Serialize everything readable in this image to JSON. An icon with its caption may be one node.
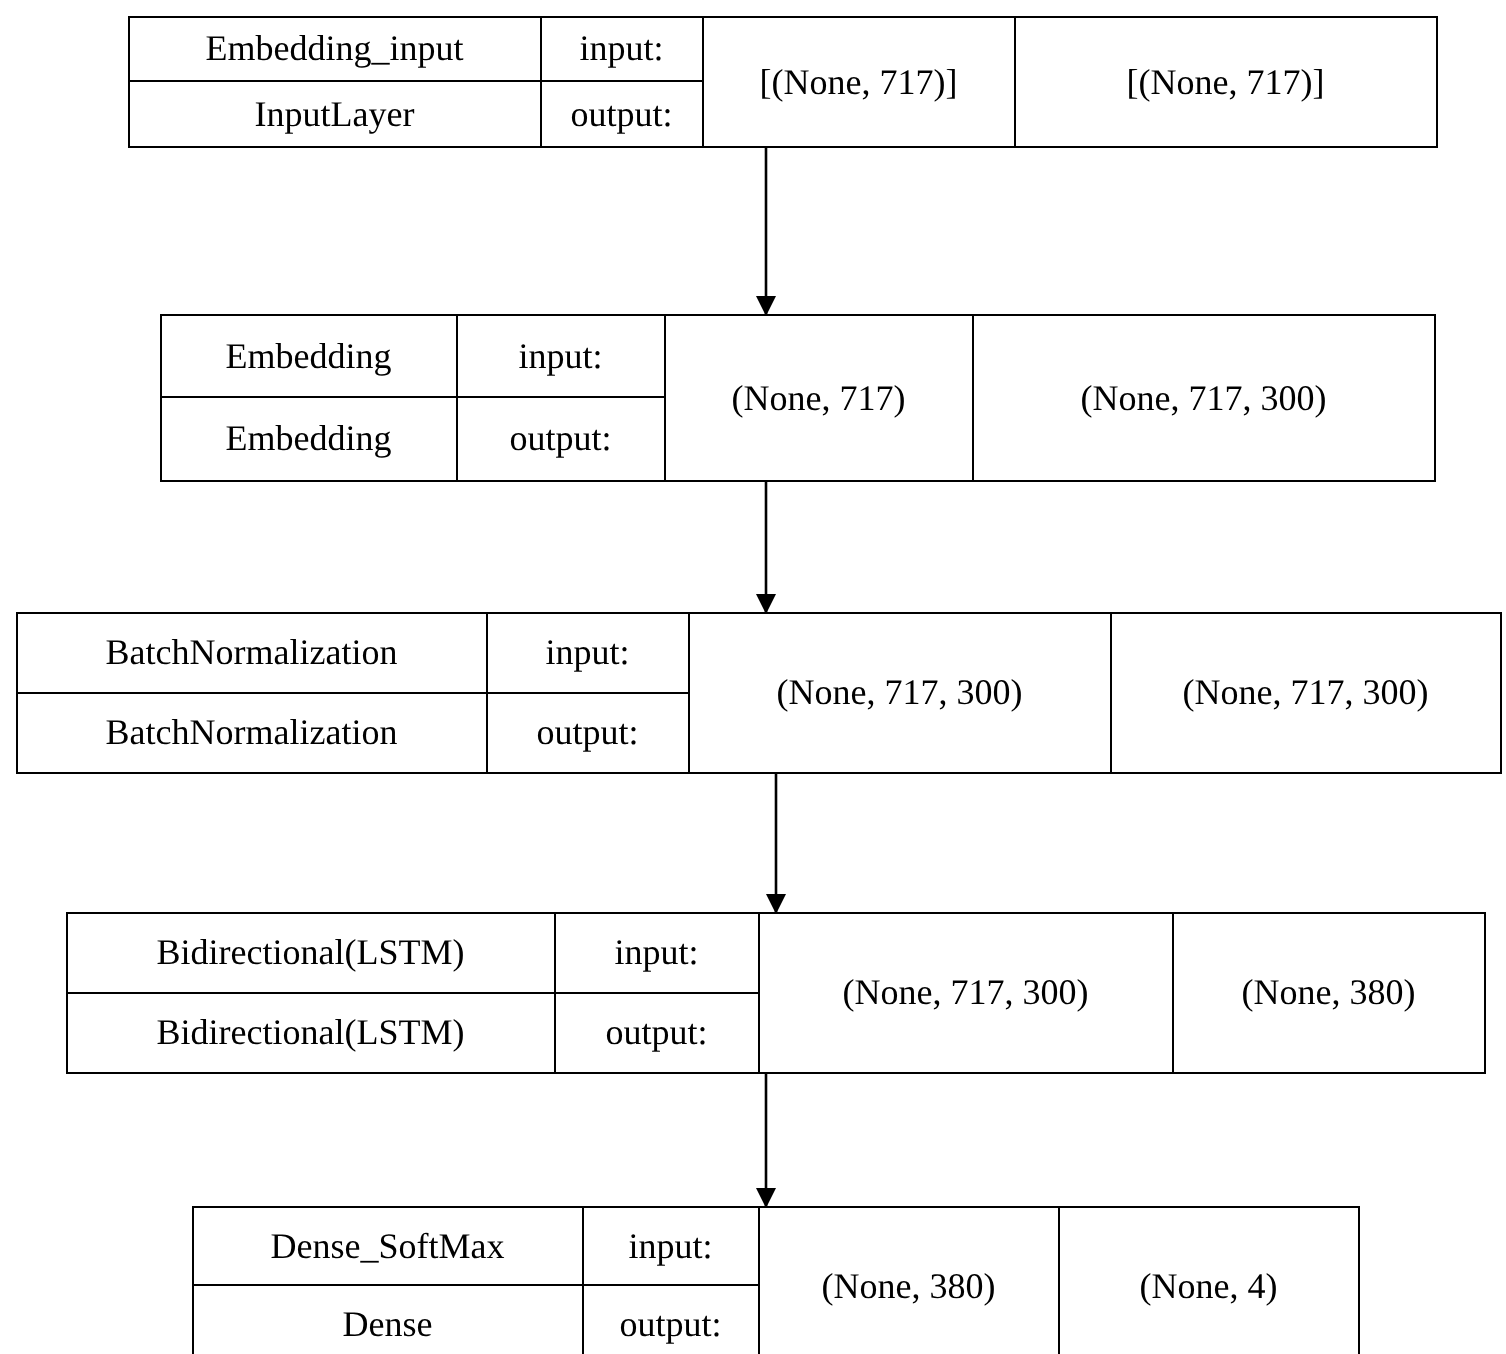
{
  "diagram": {
    "nodes": [
      {
        "text": [
          "Embedding_input",
          "input:",
          "[(None, 717)]",
          "[(None, 717)]",
          "InputLayer",
          "output:"
        ]
      },
      {
        "text": [
          "Embedding",
          "input:",
          "(None, 717)",
          "(None, 717, 300)",
          "Embedding",
          "output:"
        ]
      },
      {
        "text": [
          "BatchNormalization",
          "input:",
          "(None, 717, 300)",
          "(None, 717, 300)",
          "BatchNormalization",
          "output:"
        ]
      },
      {
        "text": [
          "Bidirectional(LSTM)",
          "input:",
          "(None, 717, 300)",
          "(None, 380)",
          "Bidirectional(LSTM)",
          "output:"
        ]
      },
      {
        "text": [
          "Dense_SoftMax",
          "input:",
          "(None, 380)",
          "(None, 4)",
          "Dense",
          "output:"
        ]
      }
    ],
    "edges": [
      {
        "from": 0,
        "to": 1,
        "arrow": "to"
      },
      {
        "from": 1,
        "to": 2,
        "arrow": "to"
      },
      {
        "from": 2,
        "to": 3,
        "arrow": "to"
      },
      {
        "from": 3,
        "to": 4,
        "arrow": "to"
      }
    ]
  }
}
